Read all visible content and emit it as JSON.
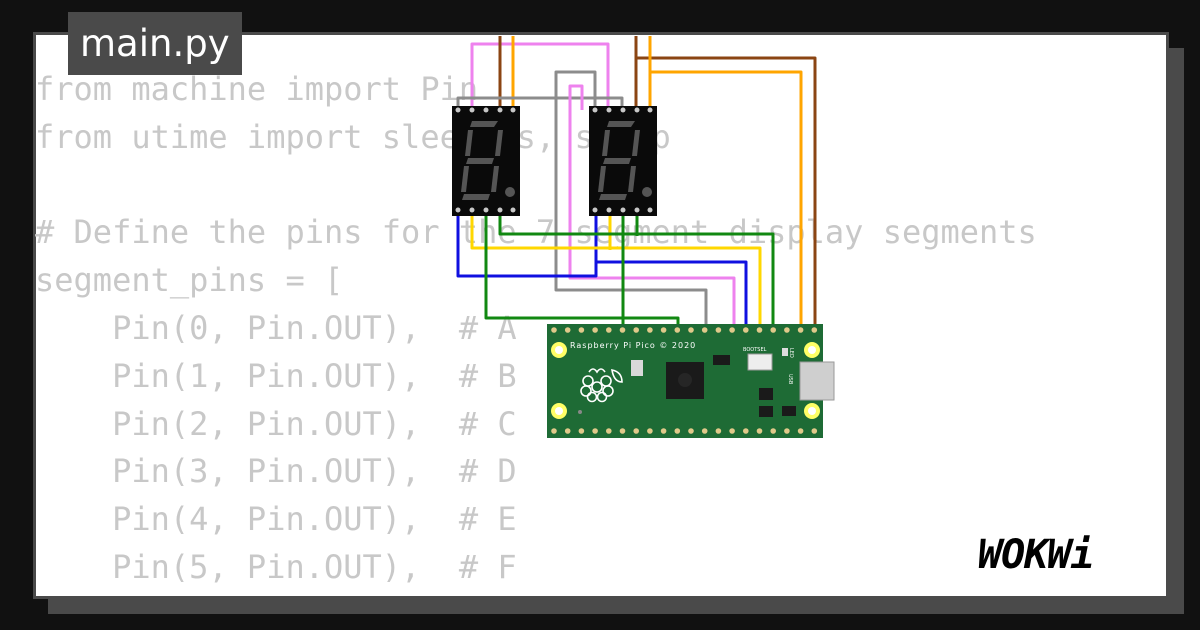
{
  "editor": {
    "tab_label": "main.py",
    "code_lines": [
      "from machine import Pin",
      "from utime import sleep_us, sleep",
      "",
      "# Define the pins for the 7-segment display segments",
      "segment_pins = [",
      "    Pin(0, Pin.OUT),  # A",
      "    Pin(1, Pin.OUT),  # B",
      "    Pin(2, Pin.OUT),  # C",
      "    Pin(3, Pin.OUT),  # D",
      "    Pin(4, Pin.OUT),  # E",
      "    Pin(5, Pin.OUT),  # F"
    ]
  },
  "board": {
    "label": "Raspberry Pi Pico © 2020",
    "bootsel_label": "BOOTSEL",
    "led_label": "LED",
    "usb_label": "USB"
  },
  "brand": {
    "logo_text": "WOKWi"
  },
  "colors": {
    "background": "#111111",
    "frame": "#4a4a4a",
    "code_text": "#c8c8c8",
    "pcb_green": "#1e6b35",
    "wire_pink": "#ee82ee",
    "wire_brown": "#8b4513",
    "wire_orange": "#ffa500",
    "wire_gray": "#8c8c8c",
    "wire_blue": "#1010e0",
    "wire_yellow": "#ffd700",
    "wire_green": "#118811"
  }
}
